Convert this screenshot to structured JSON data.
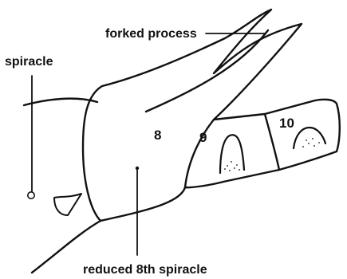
{
  "labels": {
    "forked_process": "forked process",
    "spiracle": "spiracle",
    "reduced_spiracle": "reduced 8th spiracle"
  },
  "segments": {
    "s8": "8",
    "s9": "9",
    "s10": "10"
  },
  "colors": {
    "ink": "#111111",
    "background": "#ffffff"
  }
}
